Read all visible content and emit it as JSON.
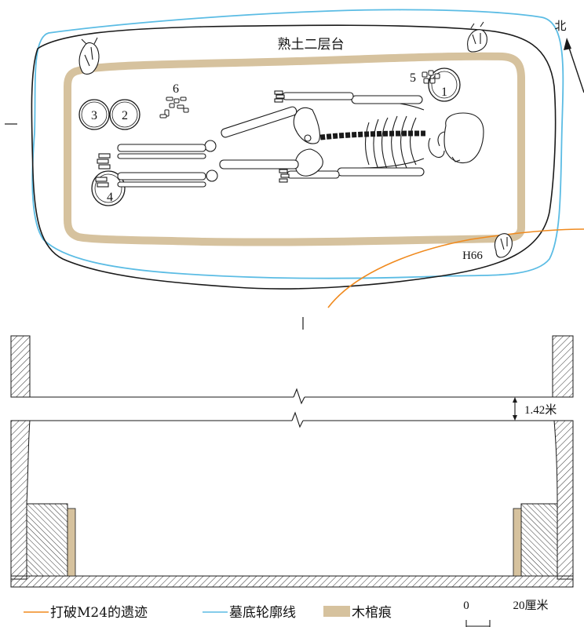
{
  "plan": {
    "platform_label": "熟土二层台",
    "north_label": "北",
    "feature_label": "H66",
    "artifacts": [
      {
        "num": "1"
      },
      {
        "num": "2"
      },
      {
        "num": "3"
      },
      {
        "num": "4"
      },
      {
        "num": "5"
      },
      {
        "num": "6"
      }
    ]
  },
  "section": {
    "depth_label": "1.42米"
  },
  "legend": {
    "items": [
      {
        "label": "打破M24的遗迹",
        "color": "#f08a1e"
      },
      {
        "label": "墓底轮廓线",
        "color": "#5bbce4"
      },
      {
        "label": "木棺痕",
        "color": "#d6c29e"
      }
    ],
    "scale": {
      "zero": "0",
      "max": "20厘米"
    }
  },
  "colors": {
    "coffin": "#d6c29e",
    "outline_blue": "#5bbce4",
    "orange": "#f08a1e",
    "ink": "#1a1a1a"
  }
}
